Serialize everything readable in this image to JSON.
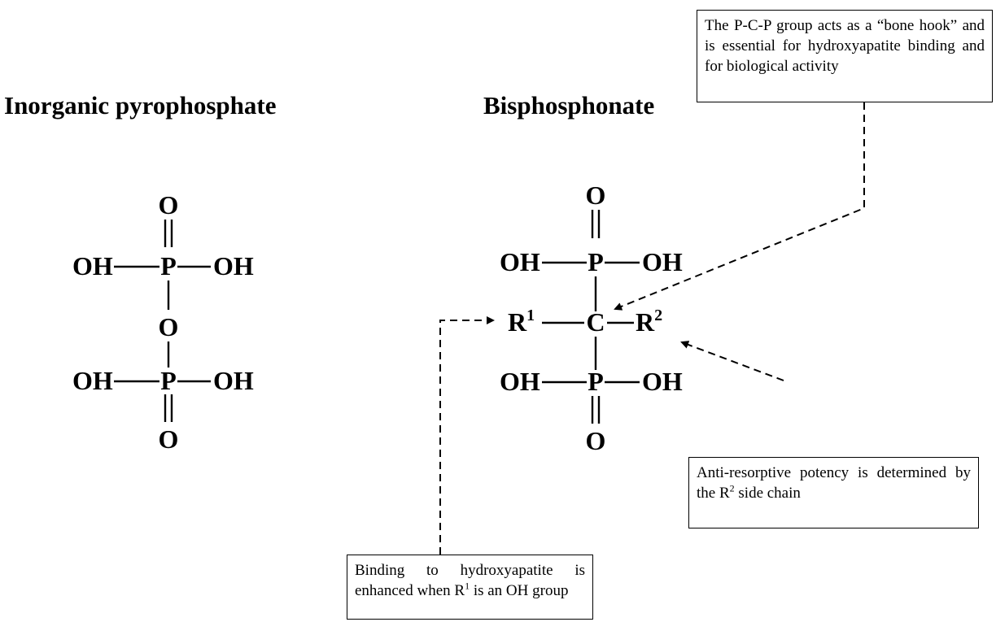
{
  "headings": {
    "left": "Inorganic pyrophosphate",
    "right": "Bisphosphonate"
  },
  "pyrophosphate": {
    "top_oxygen": "O",
    "upper_left_group": "OH",
    "upper_phosphorus": "P",
    "upper_right_group": "OH",
    "bridging_oxygen": "O",
    "lower_left_group": "OH",
    "lower_phosphorus": "P",
    "lower_right_group": "OH",
    "bottom_oxygen": "O"
  },
  "bisphosphonate": {
    "top_oxygen": "O",
    "upper_left_group": "OH",
    "upper_phosphorus": "P",
    "upper_right_group": "OH",
    "r1_base": "R",
    "r1_sup": "1",
    "central_carbon": "C",
    "r2_base": "R",
    "r2_sup": "2",
    "lower_left_group": "OH",
    "lower_phosphorus": "P",
    "lower_right_group": "OH",
    "bottom_oxygen": "O"
  },
  "annotations": {
    "pcp": "The P-C-P group acts as a “bone hook” and is essential for hydroxyapatite binding and for biological activity",
    "r2_before": "Anti-resorptive potency is determined by the R",
    "r2_sup": "2",
    "r2_after": " side chain",
    "r1_before": "Binding to hydroxyapatite is enhanced when R",
    "r1_sup": "1",
    "r1_after": " is an OH group"
  }
}
